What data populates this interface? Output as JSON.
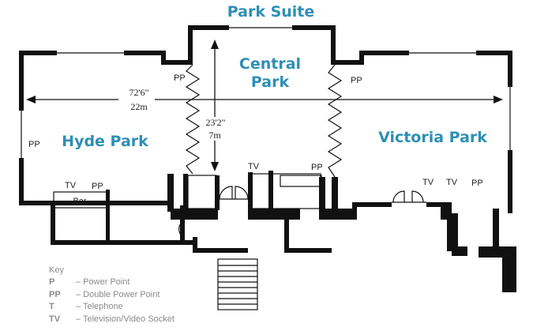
{
  "title": "Park Suite",
  "rooms": {
    "central_line1": "Central",
    "central_line2": "Park",
    "hyde": "Hyde Park",
    "victoria": "Victoria Park"
  },
  "dimensions": {
    "width_imperial": "72'6\"",
    "width_metric": "22m",
    "depth_imperial": "23'2\"",
    "depth_metric": "7m"
  },
  "labels": {
    "pp": "PP",
    "tv": "TV",
    "bar": "Bar"
  },
  "key": {
    "heading": "Key",
    "items": [
      {
        "code": "P",
        "desc": "– Power Point"
      },
      {
        "code": "PP",
        "desc": "– Double Power Point"
      },
      {
        "code": "T",
        "desc": "– Telephone"
      },
      {
        "code": "TV",
        "desc": "– Television/Video Socket"
      }
    ]
  },
  "colors": {
    "accent": "#2e8fb5",
    "wall": "#111111",
    "key_text": "#8a8a8a"
  }
}
